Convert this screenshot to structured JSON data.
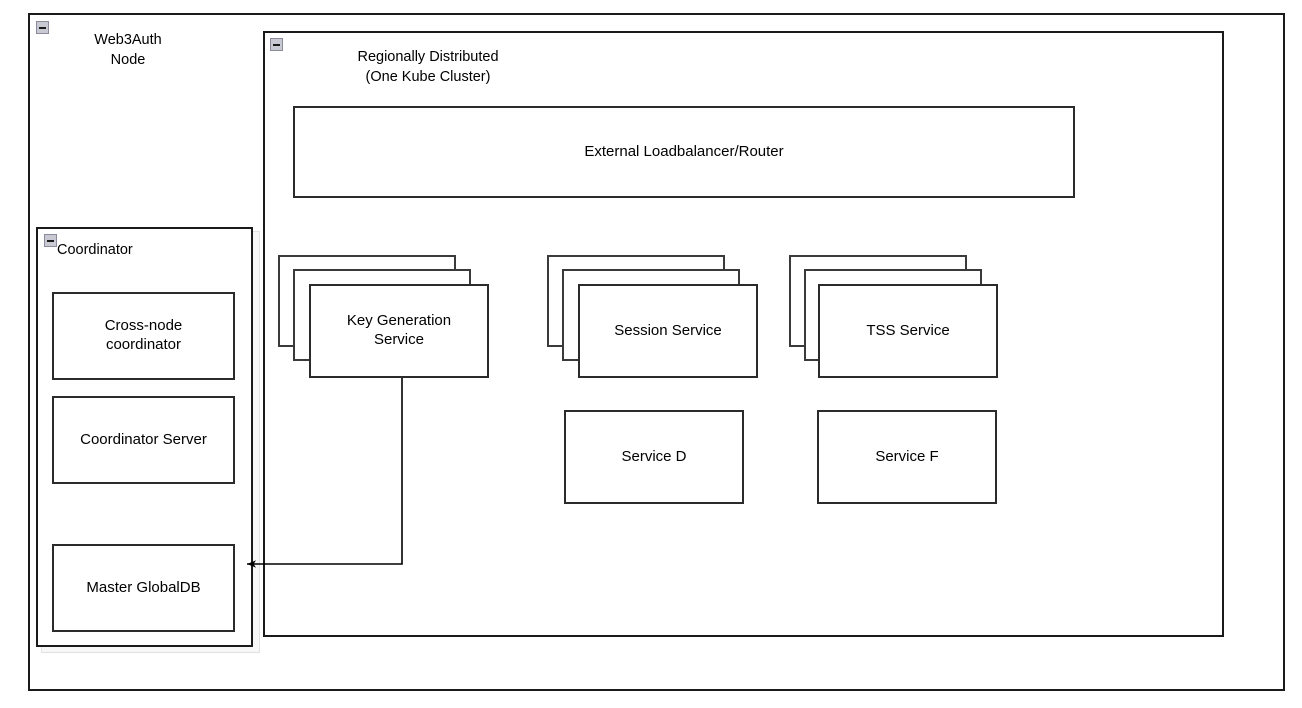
{
  "diagram": {
    "type": "architecture-diagram",
    "outer_container": {
      "title": "Web3Auth\nNode",
      "collapse_icon": "collapse-minus-icon"
    },
    "cluster_container": {
      "title": "Regionally Distributed\n(One Kube Cluster)",
      "collapse_icon": "collapse-minus-icon"
    },
    "coordinator_container": {
      "title": "Coordinator",
      "collapse_icon": "collapse-minus-icon",
      "nodes": [
        {
          "label": "Cross-node\ncoordinator"
        },
        {
          "label": "Coordinator Server"
        },
        {
          "label": "Master GlobalDB"
        }
      ]
    },
    "loadbalancer": {
      "label": "External Loadbalancer/Router"
    },
    "service_stacks": [
      {
        "label": "Key Generation\nService",
        "replicas": 3
      },
      {
        "label": "Session Service",
        "replicas": 3
      },
      {
        "label": "TSS Service",
        "replicas": 3
      }
    ],
    "single_services": [
      {
        "label": "Service D"
      },
      {
        "label": "Service F"
      }
    ],
    "connections": [
      {
        "from": "Key Generation Service",
        "to": "Master GlobalDB",
        "arrow": "single"
      }
    ],
    "colors": {
      "background": "#ffffff",
      "stroke": "#1a1a1a",
      "node_stroke": "#2b2b2b",
      "collapse_fill": "#c9c9d4",
      "frame": "#e2e2e2"
    }
  }
}
